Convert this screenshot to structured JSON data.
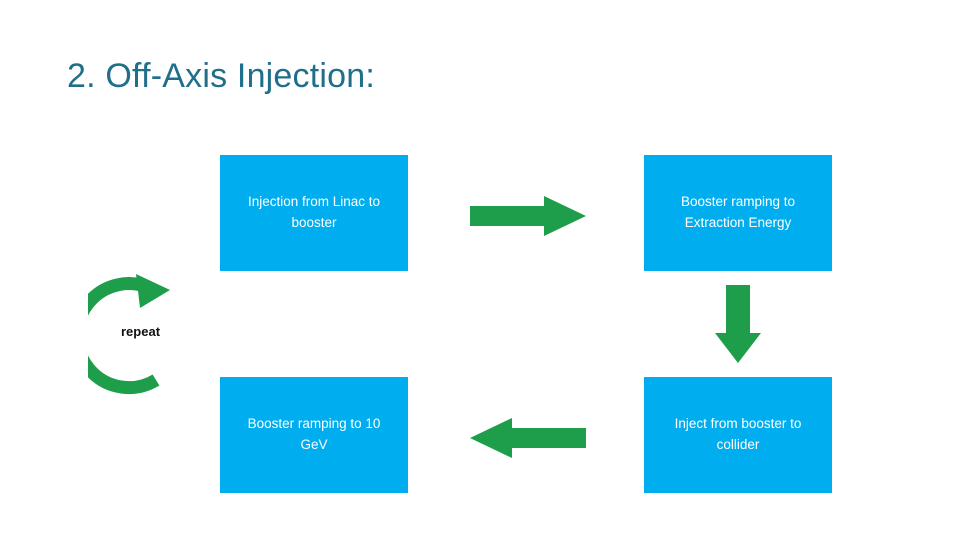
{
  "slide": {
    "title": "2. Off-Axis Injection:",
    "title_color": "#1f6f8b",
    "background": "#ffffff"
  },
  "diagram": {
    "box_color": "#00AEEF",
    "box_text_color": "#ffffff",
    "arrow_color": "#1E9E4A",
    "boxes": [
      {
        "id": "inject-linac",
        "label": "Injection from Linac to booster"
      },
      {
        "id": "booster-extraction",
        "label": "Booster ramping to Extraction Energy"
      },
      {
        "id": "booster-10gev",
        "label": "Booster ramping to 10 GeV"
      },
      {
        "id": "inject-collider",
        "label": "Inject from booster to collider"
      }
    ],
    "arrows": [
      {
        "id": "arrow-right-top",
        "direction": "right"
      },
      {
        "id": "arrow-down-right",
        "direction": "down"
      },
      {
        "id": "arrow-left-bottom",
        "direction": "left"
      },
      {
        "id": "arrow-repeat",
        "direction": "curved-up"
      }
    ],
    "repeat_label": "repeat"
  }
}
